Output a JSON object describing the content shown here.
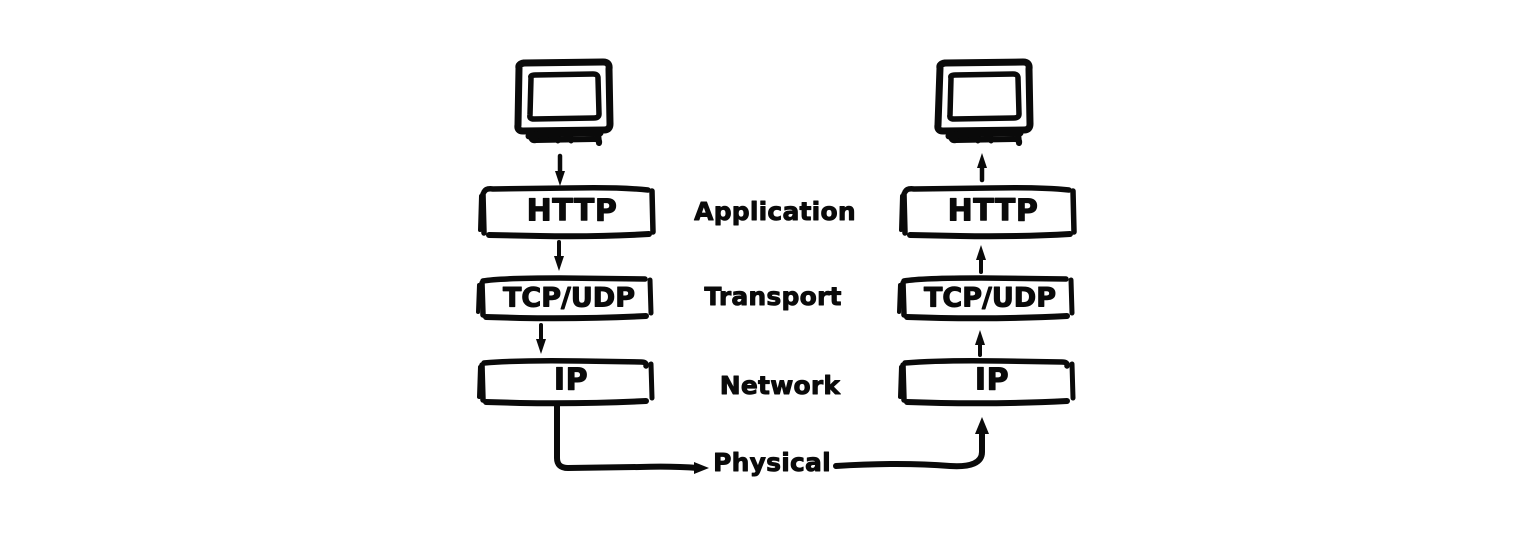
{
  "diagram": {
    "title": "TCP/IP network stack communication between two hosts",
    "background_color": "#ffffff",
    "ink_color": "#0a0a0a",
    "style": "hand-drawn sketch"
  },
  "left_host": {
    "device_icon": "computer-monitor-icon",
    "direction": "down",
    "direction_description": "data flows down the stack from the application to the physical link",
    "layers": [
      {
        "label": "HTTP"
      },
      {
        "label": "TCP/UDP"
      },
      {
        "label": "IP"
      }
    ]
  },
  "right_host": {
    "device_icon": "computer-monitor-icon",
    "direction": "up",
    "direction_description": "data flows up the stack from the physical link to the application",
    "layers": [
      {
        "label": "HTTP"
      },
      {
        "label": "TCP/UDP"
      },
      {
        "label": "IP"
      }
    ]
  },
  "layer_names": [
    {
      "label": "Application"
    },
    {
      "label": "Transport"
    },
    {
      "label": "Network"
    },
    {
      "label": "Physical"
    }
  ]
}
